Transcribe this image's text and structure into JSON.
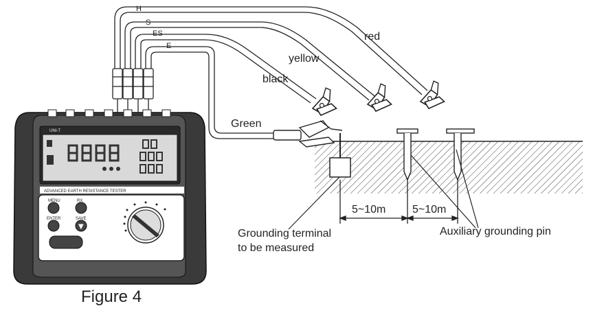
{
  "diagram": {
    "caption": "Figure 4",
    "terminals": [
      "H",
      "S",
      "ES",
      "E"
    ],
    "wire_labels": {
      "red": "red",
      "yellow": "yellow",
      "black": "black",
      "green": "Green"
    },
    "callouts": {
      "grounding_terminal_line1": "Grounding terminal",
      "grounding_terminal_line2": "to be measured",
      "auxiliary_pin": "Auxiliary grounding pin"
    },
    "distances": [
      "5~10m",
      "5~10m"
    ]
  },
  "instrument": {
    "name": "ADVANCED EARTH RESISTANCE TESTER",
    "brand": "UNI-T",
    "button_labels": {
      "menu": "MENU",
      "rx": "RX",
      "enter": "ENTER",
      "save": "SAVE"
    }
  },
  "colors": {
    "line": "#222222",
    "soil_hatch": "#444444",
    "device_body": "#3a3a3a",
    "screen": "#d9d9d9"
  }
}
